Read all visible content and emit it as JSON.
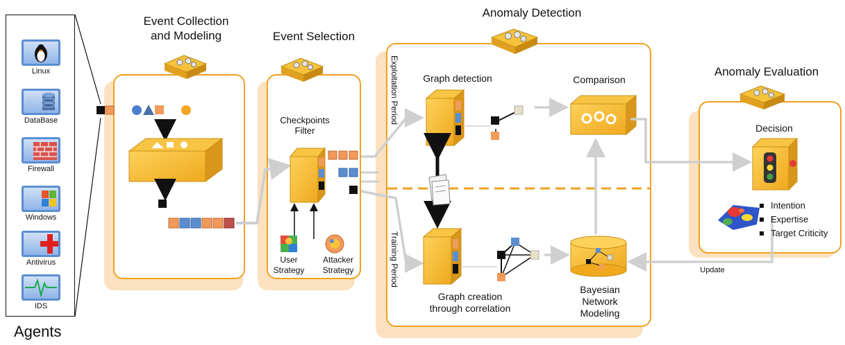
{
  "agents": {
    "heading": "Agents",
    "items": [
      "Linux",
      "DataBase",
      "Firewall",
      "Windows",
      "Antivirus",
      "IDS"
    ]
  },
  "stages": {
    "collection": "Event Collection and Modeling",
    "selection": "Event Selection",
    "detection": "Anomaly Detection",
    "evaluation": "Anomaly Evaluation"
  },
  "selection": {
    "filter": "Checkpoints Filter",
    "user_strategy": "User Strategy",
    "attacker_strategy": "Attacker Strategy"
  },
  "detection": {
    "exploitation_period": "Exploitation Period",
    "training_period": "Training Period",
    "graph_detection": "Graph detection",
    "comparison": "Comparison",
    "graph_creation": "Graph creation through correlation",
    "bayesian": "Bayesian Network Modeling"
  },
  "evaluation": {
    "decision": "Decision",
    "attributes": [
      "Intention",
      "Expertise",
      "Target Criticity"
    ],
    "update": "Update"
  },
  "colors": {
    "accent": "#f0a020",
    "box": "#f5b82a",
    "shadow": "#fbe1bf",
    "arrow": "#cfcfcf",
    "event_orange": "#f29a5c",
    "event_blue": "#5b8ed0",
    "event_red": "#c0504d"
  }
}
